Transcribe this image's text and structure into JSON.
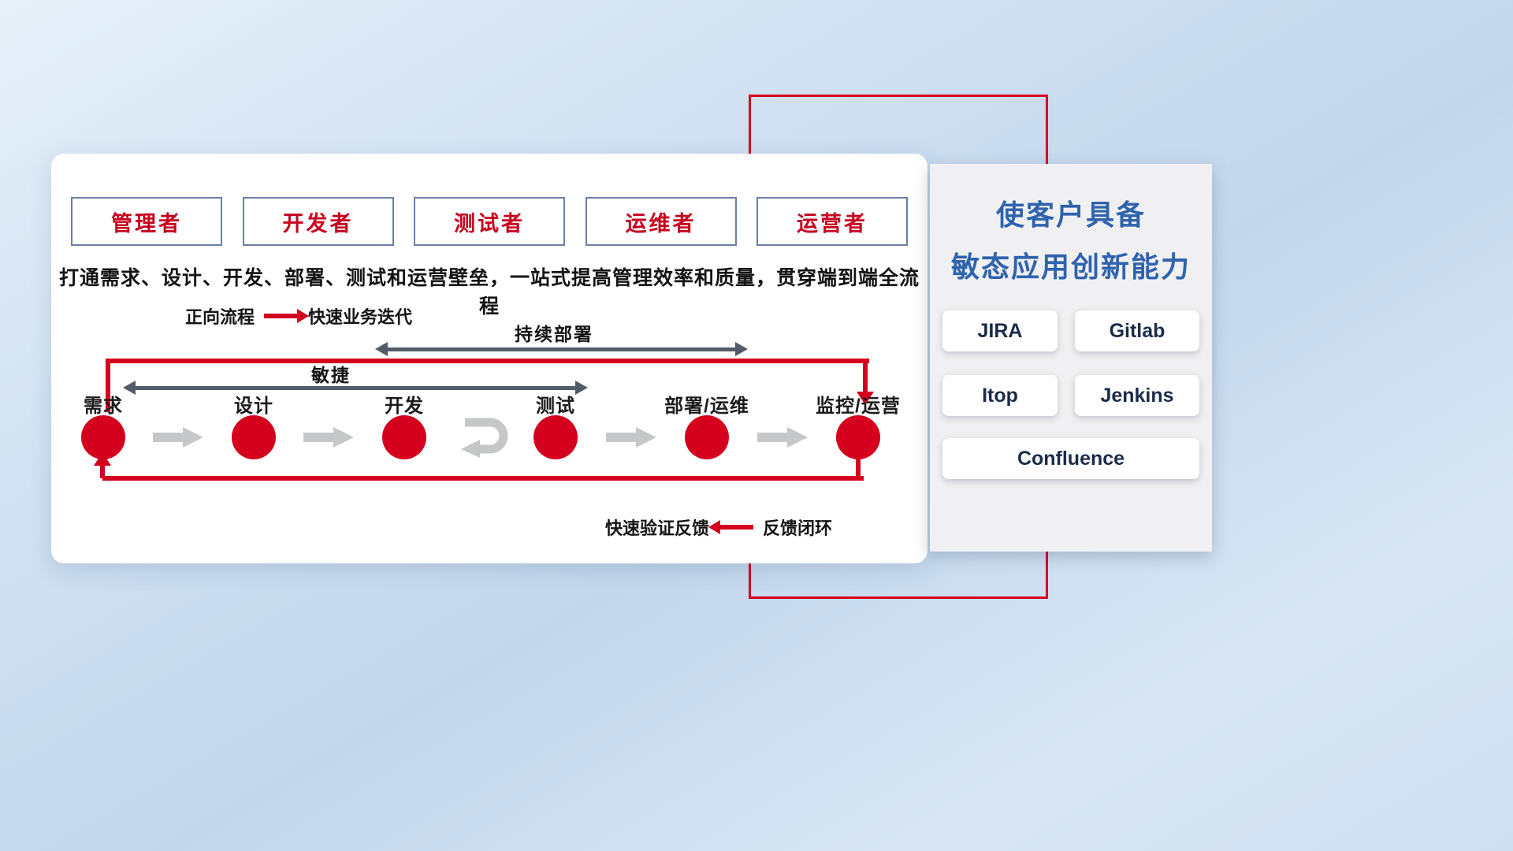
{
  "colors": {
    "accent_red": "#d4001e",
    "title_blue": "#2f63ad",
    "dark_arrow_gray": "#535b69",
    "light_arrow_gray": "#c6c7c9",
    "panel_bg": "#f0f0f2"
  },
  "main_card": {
    "roles": [
      {
        "label": "管理者"
      },
      {
        "label": "开发者"
      },
      {
        "label": "测试者"
      },
      {
        "label": "运维者"
      },
      {
        "label": "运营者"
      }
    ],
    "description": "打通需求、设计、开发、部署、测试和运营壁垒，一站式提高管理效率和质量，贯穿端到端全流程",
    "forward_legend": {
      "label": "正向流程",
      "value": "快速业务迭代"
    },
    "feedback_legend": {
      "label": "快速验证反馈",
      "value": "反馈闭环"
    },
    "span_arrows": {
      "continuous_deploy": "持续部署",
      "agile": "敏捷"
    },
    "flow_steps": [
      {
        "label": "需求"
      },
      {
        "label": "设计"
      },
      {
        "label": "开发"
      },
      {
        "label": "测试"
      },
      {
        "label": "部署/运维"
      },
      {
        "label": "监控/运营"
      }
    ],
    "icons": {
      "forward_arrow": "red-right-arrow",
      "feedback_arrow": "red-left-arrow",
      "step_arrow": "gray-right-arrow",
      "iteration": "gray-uturn-loop"
    }
  },
  "side_panel": {
    "title_line1": "使客户具备",
    "title_line2": "敏态应用创新能力",
    "tools": [
      "JIRA",
      "Gitlab",
      "Itop",
      "Jenkins",
      "Confluence"
    ]
  }
}
